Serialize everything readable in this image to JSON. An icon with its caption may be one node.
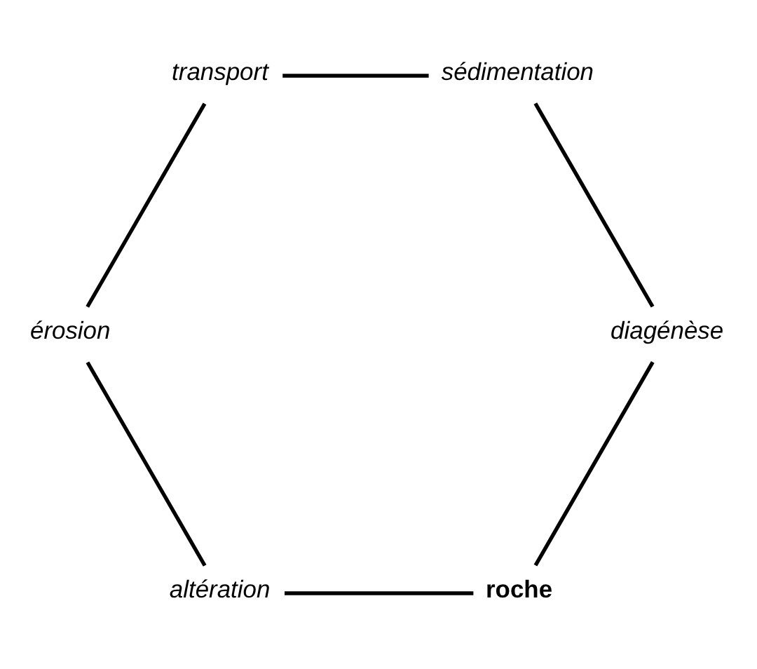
{
  "diagram": {
    "nodes": [
      {
        "text": [
          "roche"
        ]
      },
      {
        "text": [
          "altération"
        ]
      },
      {
        "text": [
          "érosion"
        ]
      },
      {
        "text": [
          "transport"
        ]
      },
      {
        "text": [
          "sédimentation"
        ]
      },
      {
        "text": [
          "diagénèse"
        ]
      }
    ],
    "edges": [
      {
        "from": 0,
        "to": 1,
        "arrow": "none"
      },
      {
        "from": 1,
        "to": 2,
        "arrow": "none"
      },
      {
        "from": 2,
        "to": 3,
        "arrow": "none"
      },
      {
        "from": 3,
        "to": 4,
        "arrow": "none"
      },
      {
        "from": 4,
        "to": 5,
        "arrow": "none"
      },
      {
        "from": 5,
        "to": 0,
        "arrow": "none"
      }
    ]
  }
}
